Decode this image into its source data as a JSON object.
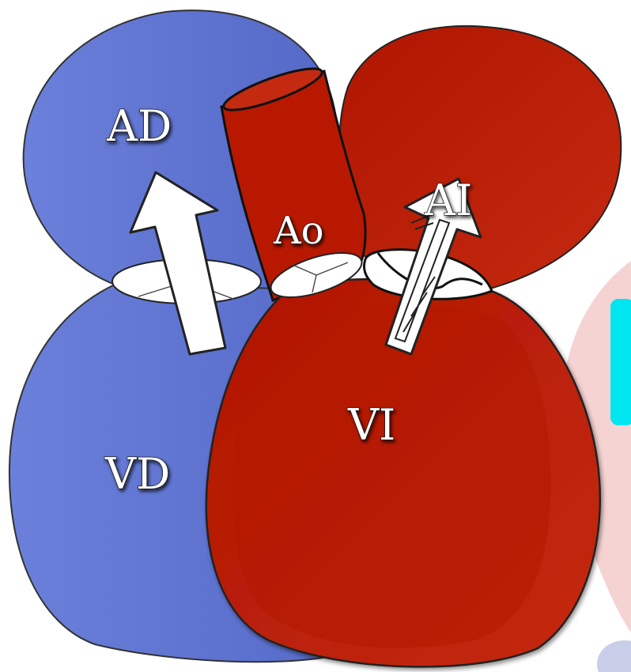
{
  "diagram": {
    "labels": {
      "right_atrium": "AD",
      "right_ventricle": "VD",
      "aorta": "Ao",
      "left_atrium": "AI",
      "left_ventricle": "VI"
    },
    "colors": {
      "right_side": "#6378d2",
      "left_side": "#b81800",
      "valve": "#ffffff",
      "arrow": "#ffffff",
      "side_accent": "#00e5f0",
      "side_panel": "#f6d3d3",
      "outline": "#222222"
    }
  }
}
